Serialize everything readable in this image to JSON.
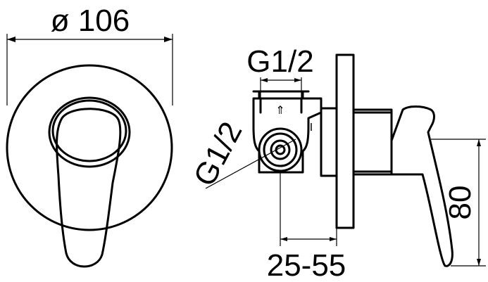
{
  "dimensions": {
    "diameter": "ø 106",
    "inlet_top": "G1/2",
    "inlet_side": "G1/2",
    "depth_range": "25-55",
    "lever_height": "80"
  },
  "markings": {
    "mark_i": "I",
    "arrow": "⇑"
  },
  "colors": {
    "line": "#000000",
    "background": "#ffffff"
  }
}
